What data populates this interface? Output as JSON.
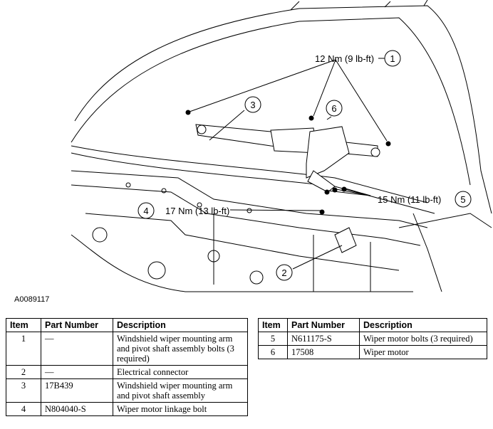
{
  "diagram": {
    "figure_id": "A0089117",
    "callouts": [
      {
        "num": "1",
        "torque": "12 Nm (9 lb-ft)"
      },
      {
        "num": "2"
      },
      {
        "num": "3"
      },
      {
        "num": "4",
        "torque": "17 Nm (13 lb-ft)"
      },
      {
        "num": "5",
        "torque": "15 Nm (11 lb-ft)"
      },
      {
        "num": "6"
      }
    ]
  },
  "table": {
    "headers": [
      "Item",
      "Part Number",
      "Description"
    ],
    "left_rows": [
      {
        "item": "1",
        "part": "—",
        "desc": "Windshield wiper mounting arm and pivot shaft assembly bolts (3 required)"
      },
      {
        "item": "2",
        "part": "—",
        "desc": "Electrical connector"
      },
      {
        "item": "3",
        "part": "17B439",
        "desc": "Windshield wiper mounting arm and pivot shaft assembly"
      },
      {
        "item": "4",
        "part": "N804040-S",
        "desc": "Wiper motor linkage bolt"
      }
    ],
    "right_rows": [
      {
        "item": "5",
        "part": "N611175-S",
        "desc": "Wiper motor bolts (3 required)"
      },
      {
        "item": "6",
        "part": "17508",
        "desc": "Wiper motor"
      }
    ]
  }
}
